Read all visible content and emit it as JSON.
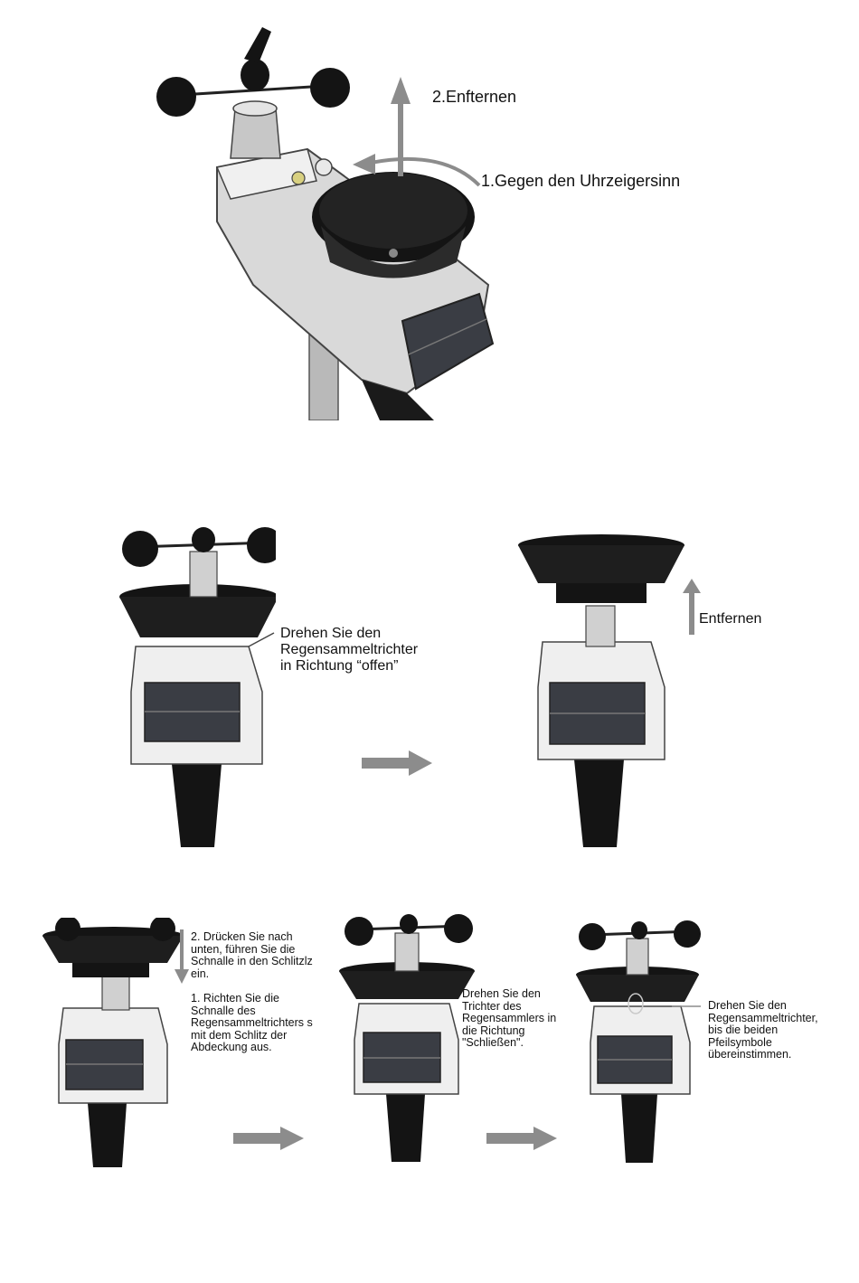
{
  "section1": {
    "step2_label": "2.Enfternen",
    "step1_label": "1.Gegen den Uhrzeigersinn"
  },
  "section2": {
    "turn_label": "Drehen Sie den\nRegensammeltrichter\nin Richtung “offen”",
    "remove_label": "Entfernen"
  },
  "section3": {
    "push_label": "2. Drücken Sie nach\nunten, führen Sie die\nSchnalle in den Schlitzlz\nein.",
    "align_label": "1. Richten Sie die\nSchnalle des\nRegensammeltrichters s\nmit dem Schlitz der\nAbdeckung aus.",
    "close_label": "Drehen Sie den\nTrichter des\nRegensammlers in\ndie Richtung\n\"Schließen\".",
    "match_label": "Drehen Sie den\nRegensammeltrichter,\nbis die beiden\nPfeilsymbole\nübereinstimmen."
  },
  "colors": {
    "arrow_gray": "#8c8c8c",
    "body_gray": "#d4d4d4",
    "body_light": "#f2f2f2",
    "black": "#141414",
    "solar": "#3a3d44"
  }
}
